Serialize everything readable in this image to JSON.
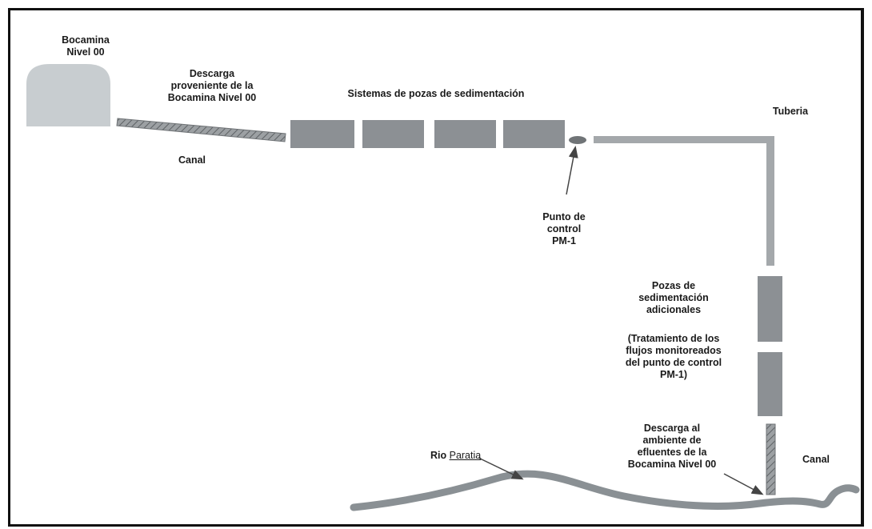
{
  "labels": {
    "bocamina": "Bocamina\nNivel 00",
    "descarga": "Descarga\nproveniente de la\nBocamina Nivel 00",
    "canal_top": "Canal",
    "sistemas": "Sistemas de pozas de sedimentación",
    "tuberia": "Tuberia",
    "punto_control": "Punto de\ncontrol\nPM-1",
    "pozas_adicionales": "Pozas de\nsedimentación\nadicionales",
    "tratamiento": "(Tratamiento de los\nflujos monitoreados\ndel punto de control\nPM-1)",
    "descarga_ambiente": "Descarga al\nambiente de\nefluentes de la\nBocamina Nivel 00",
    "canal_right": "Canal",
    "rio_prefix": "Rio ",
    "rio_name": "Paratia"
  },
  "colors": {
    "portal": "#c8cdd0",
    "pond": "#8c9094",
    "pipe": "#a4a8ab",
    "river": "#8a9094",
    "channel": "#8e9396",
    "arrow": "#444444",
    "frame": "#111111"
  }
}
